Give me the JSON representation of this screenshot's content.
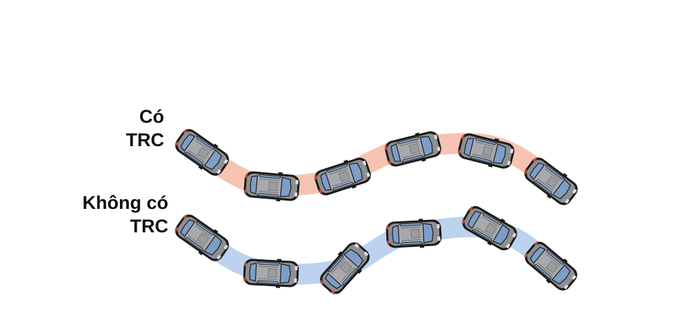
{
  "labels": {
    "with_trc": {
      "line1": "Có",
      "line2": "TRC"
    },
    "without_trc": {
      "line1": "Không có",
      "line2": "TRC"
    }
  },
  "colors": {
    "with_trc_path": "#f6c4b1",
    "without_trc_path": "#bcd2ee",
    "car_body": "#8d8f93",
    "car_outline": "#1a1a1a",
    "car_glass": "#7d9ec8"
  },
  "icons": {
    "vehicle": "car-top-view-icon"
  }
}
